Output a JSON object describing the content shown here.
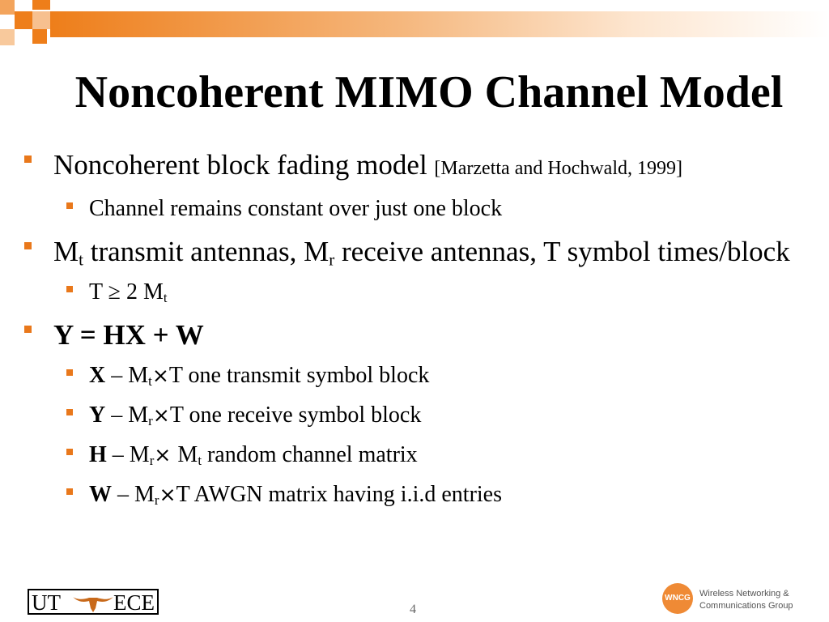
{
  "slide": {
    "title": "Noncoherent MIMO Channel Model",
    "page_number": "4"
  },
  "bullets": {
    "b1_main": "Noncoherent block fading model ",
    "b1_cite": "[Marzetta and Hochwald, 1999]",
    "b1_sub1": "Channel remains constant over just one block",
    "b2_p1": "M",
    "b2_s1": "t",
    "b2_p2": " transmit antennas, M",
    "b2_s2": "r",
    "b2_p3": " receive antennas, T symbol times/block",
    "b2_sub1_p1": "T ≥ 2 M",
    "b2_sub1_s1": "t",
    "b3_main": "Y = HX + W",
    "x_bold": "X",
    "x_p1": " – M",
    "x_s1": "t",
    "x_times": "×",
    "x_p2": "T one transmit symbol block",
    "y_bold": "Y",
    "y_p1": " – M",
    "y_s1": "r",
    "y_times": "×",
    "y_p2": "T one receive symbol block",
    "h_bold": "H",
    "h_p1": " – M",
    "h_s1": "r",
    "h_times": "× ",
    "h_p2": "M",
    "h_s2": "t",
    "h_p3": " random channel matrix",
    "w_bold": "W",
    "w_p1": " – M",
    "w_s1": "r",
    "w_times": "×",
    "w_p2": "T AWGN matrix having i.i.d entries"
  },
  "footer": {
    "ut": "UT",
    "ece": "ECE",
    "wnc_badge": "WNCG",
    "wnc_line1": "Wireless Networking &",
    "wnc_line2": "Communications Group"
  },
  "colors": {
    "accent": "#e9781b",
    "bar_start": "#ee7e1a"
  }
}
